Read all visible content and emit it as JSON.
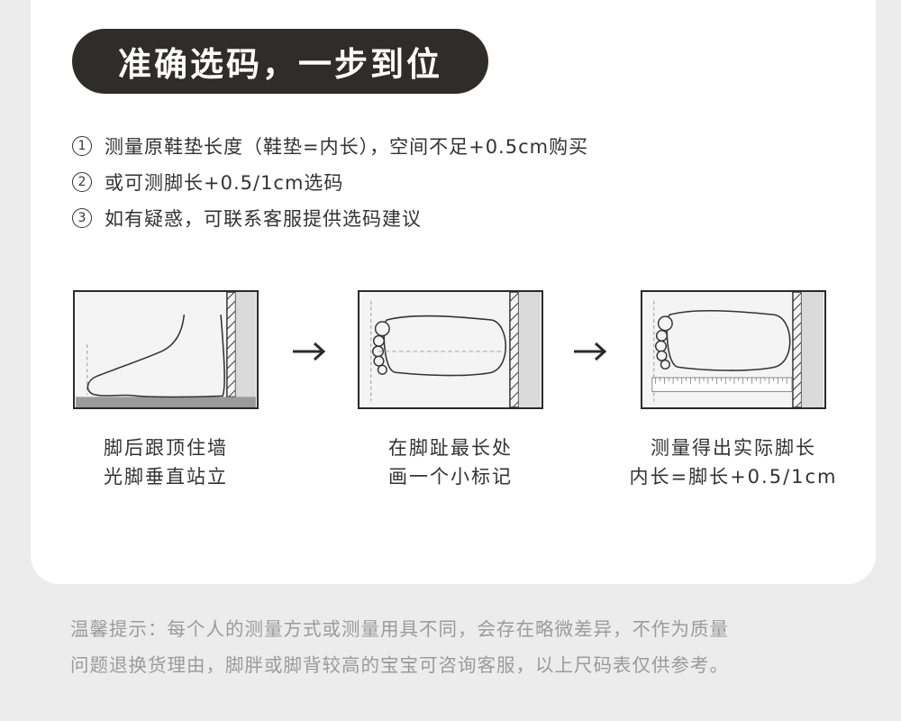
{
  "title": "准确选码，一步到位",
  "steps": [
    {
      "num": "1",
      "text": "测量原鞋垫长度（鞋垫=内长），空间不足+0.5cm购买"
    },
    {
      "num": "2",
      "text": "或可测脚长+0.5/1cm选码"
    },
    {
      "num": "3",
      "text": "如有疑惑，可联系客服提供选码建议"
    }
  ],
  "panels": [
    {
      "icon": "foot-side-icon",
      "caption_line1": "脚后跟顶住墙",
      "caption_line2": "光脚垂直站立"
    },
    {
      "icon": "foot-top-mark-icon",
      "caption_line1": "在脚趾最长处",
      "caption_line2": "画一个小标记"
    },
    {
      "icon": "foot-ruler-icon",
      "caption_line1": "测量得出实际脚长",
      "caption_line2": "内长=脚长+0.5/1cm"
    }
  ],
  "arrows": [
    "right-arrow-icon",
    "right-arrow-icon"
  ],
  "footnote": {
    "line1": "温馨提示：每个人的测量方式或测量用具不同，会存在略微差异，不作为质量",
    "line2": "问题退换货理由，脚胖或脚背较高的宝宝可咨询客服，以上尺码表仅供参考。"
  },
  "colors": {
    "background": "#ececec",
    "card": "#ffffff",
    "pill": "#2f2d2b",
    "text": "#333333",
    "footnote": "#9b9b9b"
  }
}
